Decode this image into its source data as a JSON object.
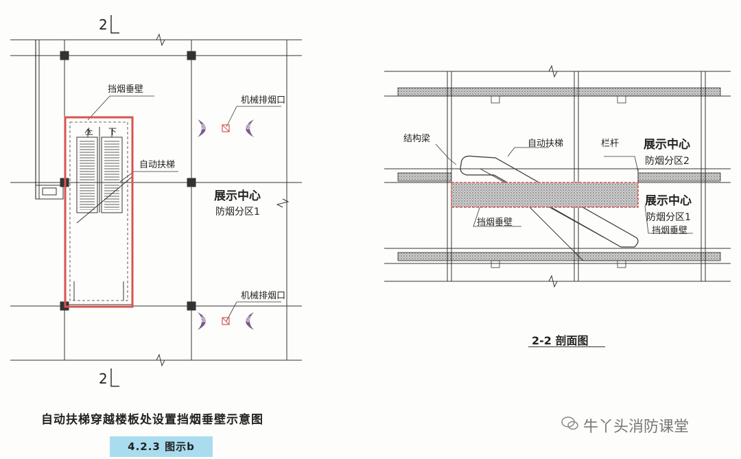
{
  "plan": {
    "section_mark_top": "2",
    "section_mark_bottom": "2",
    "smoke_curtain": "挡烟垂壁",
    "mech_exhaust_top": "机械排烟口",
    "mech_exhaust_bottom": "机械排烟口",
    "escalator": "自动扶梯",
    "up": "上",
    "down": "下",
    "exhibition_center": "展示中心",
    "smoke_zone_1": "防烟分区1",
    "smoke_glyph": "烟"
  },
  "section": {
    "structural_beam": "结构梁",
    "escalator": "自动扶梯",
    "railing": "栏杆",
    "exhibition_center_top": "展示中心",
    "smoke_zone_2": "防烟分区2",
    "exhibition_center_bottom": "展示中心",
    "smoke_zone_1": "防烟分区1",
    "smoke_curtain_left": "挡烟垂壁",
    "smoke_curtain_right": "挡烟垂壁",
    "title": "2-2 剖面图"
  },
  "caption": "自动扶梯穿越楼板处设置挡烟垂壁示意图",
  "figure_number": "4.2.3 图示b",
  "watermark": "牛丫头消防课堂",
  "colors": {
    "red_outline": "#d9534f",
    "figure_tag_bg": "#a9dcef",
    "arrow_purple": "#7a5a8c"
  }
}
